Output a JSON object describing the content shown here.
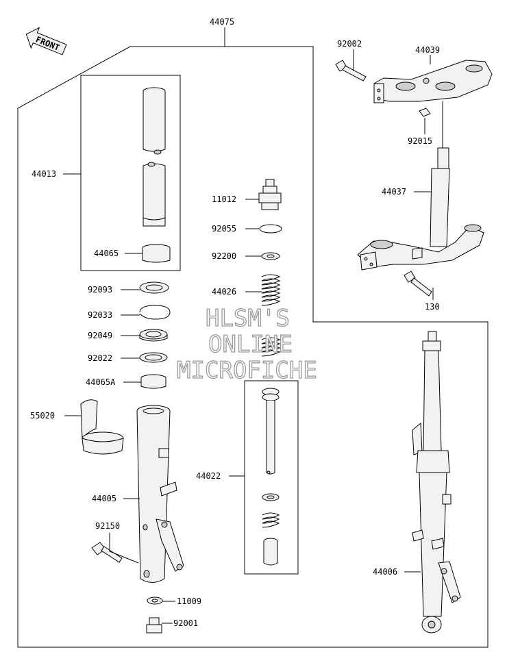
{
  "front_label": "FRONT",
  "watermark": {
    "line1": "HLSM'S",
    "line2": "ONLINE",
    "line3": "MICROFICHE"
  },
  "labels": {
    "p44075": "44075",
    "p92002": "92002",
    "p44039": "44039",
    "p92015": "92015",
    "p44037": "44037",
    "p130": "130",
    "p44013": "44013",
    "p44065": "44065",
    "p11012": "11012",
    "p92055": "92055",
    "p92200": "92200",
    "p44026": "44026",
    "p92093": "92093",
    "p92033": "92033",
    "p92049": "92049",
    "p92022": "92022",
    "p44065A": "44065A",
    "p55020": "55020",
    "p44022": "44022",
    "p44005": "44005",
    "p92150": "92150",
    "p11009": "11009",
    "p92001": "92001",
    "p44006": "44006"
  },
  "colors": {
    "line": "#000000",
    "part_fill": "#f2f2f2",
    "watermark_stroke": "#9a9a9a"
  }
}
